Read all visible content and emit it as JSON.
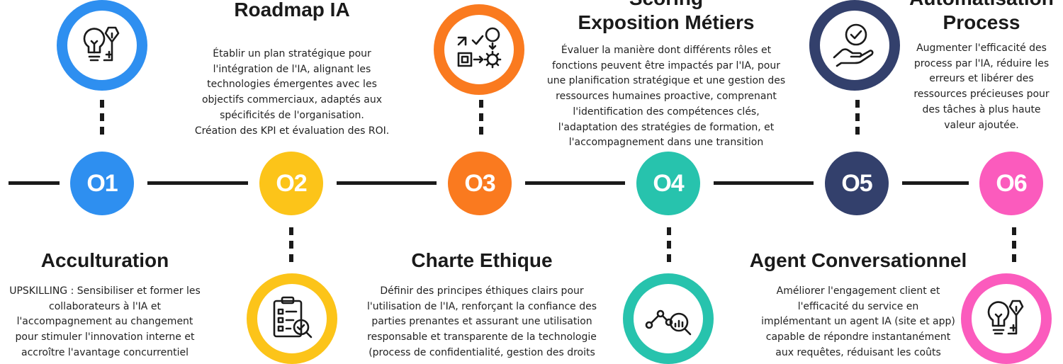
{
  "colors": {
    "s1": "#2e8ff0",
    "s2": "#fcc419",
    "s3": "#fa7a1f",
    "s4": "#27c3ad",
    "s5": "#33406c",
    "s6": "#fb5bbd",
    "line": "#1a1a1a"
  },
  "steps": [
    {
      "number": "O1",
      "title": "Acculturation",
      "desc": [
        "UPSKILLING : Sensibiliser et former les",
        "collaborateurs à  l'IA et",
        "l'accompagnement au changement",
        "pour stimuler l'innovation interne et",
        "accroître l'avantage concurrentiel"
      ],
      "icon": "lightbulb-pen-icon"
    },
    {
      "number": "O2",
      "title": "Roadmap IA",
      "desc": [
        "Établir un plan stratégique pour",
        "l'intégration de l'IA, alignant les",
        "technologies émergentes avec les",
        "objectifs commerciaux, adaptés aux",
        "spécificités de l'organisation.",
        "Création des KPI et évaluation des ROI."
      ],
      "icon": "clipboard-checklist-icon"
    },
    {
      "number": "O3",
      "title": "Charte Ethique",
      "desc": [
        "Définir des principes éthiques clairs pour",
        "l'utilisation de l'IA, renforçant la confiance des",
        "parties prenantes et assurant une utilisation",
        "responsable et transparente de la technologie",
        "(process de confidentialité, gestion des droits"
      ],
      "icon": "workflow-gear-icon"
    },
    {
      "number": "O4",
      "title_lines": [
        "Scoring",
        "Exposition Métiers"
      ],
      "desc": [
        "Évaluer la manière dont différents rôles et",
        "fonctions peuvent être impactés par l'IA, pour",
        "une planification stratégique et une gestion des",
        "ressources humaines proactive, comprenant",
        "l'identification des compétences clés,",
        "l'adaptation des stratégies de formation, et",
        "l'accompagnement dans une transition"
      ],
      "icon": "analytics-magnifier-icon"
    },
    {
      "number": "O5",
      "title": "Agent Conversationnel",
      "desc": [
        "Améliorer l'engagement client et",
        "l'efficacité du service en",
        "implémentant un agent IA (site et app)",
        "capable de répondre instantanément",
        "aux requêtes, réduisant les coûts"
      ],
      "icon": "hand-check-icon"
    },
    {
      "number": "O6",
      "title_lines": [
        "Automatisation",
        "Process"
      ],
      "desc": [
        "Augmenter l'efficacité des",
        "process par l'IA, réduire les",
        "erreurs et libérer des",
        "ressources précieuses pour",
        "des tâches à plus haute",
        "valeur ajoutée."
      ],
      "icon": "lightbulb-pen-icon"
    }
  ]
}
